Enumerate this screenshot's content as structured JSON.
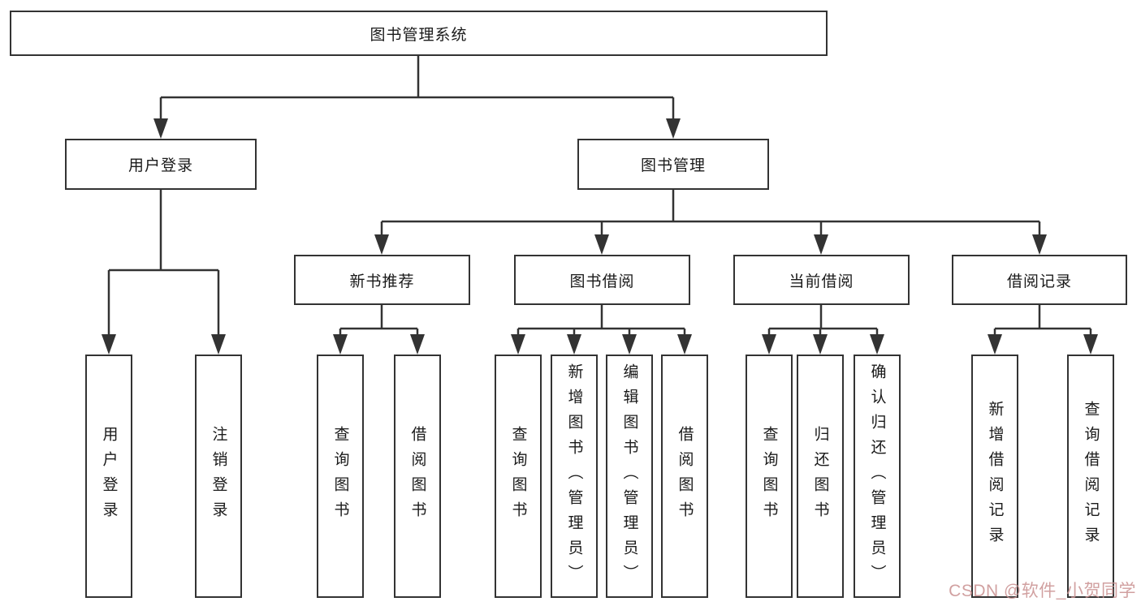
{
  "colors": {
    "line": "#333333",
    "box_border": "#333333",
    "box_fill": "#ffffff",
    "text": "#1a1a1a",
    "watermark_text": "#c99090",
    "background": "#ffffff"
  },
  "root": {
    "label": "图书管理系统"
  },
  "level2": {
    "user_login": {
      "label": "用户登录"
    },
    "book_mgmt": {
      "label": "图书管理"
    }
  },
  "level3": {
    "new_books": {
      "label": "新书推荐"
    },
    "book_borrow": {
      "label": "图书借阅"
    },
    "current_borrow": {
      "label": "当前借阅"
    },
    "borrow_records": {
      "label": "借阅记录"
    }
  },
  "leaves": [
    {
      "parent": "用户登录",
      "label": "用户登录"
    },
    {
      "parent": "用户登录",
      "label": "注销登录"
    },
    {
      "parent": "新书推荐",
      "label": "查询图书"
    },
    {
      "parent": "新书推荐",
      "label": "借阅图书"
    },
    {
      "parent": "图书借阅",
      "label": "查询图书"
    },
    {
      "parent": "图书借阅",
      "label": "新增图书（管理员）"
    },
    {
      "parent": "图书借阅",
      "label": "编辑图书（管理员）"
    },
    {
      "parent": "图书借阅",
      "label": "借阅图书"
    },
    {
      "parent": "当前借阅",
      "label": "查询图书"
    },
    {
      "parent": "当前借阅",
      "label": "归还图书"
    },
    {
      "parent": "当前借阅",
      "label": "确认归还（管理员）"
    },
    {
      "parent": "借阅记录",
      "label": "新增借阅记录"
    },
    {
      "parent": "借阅记录",
      "label": "查询借阅记录"
    }
  ],
  "watermark": {
    "text": "CSDN @软件_小贺同学"
  }
}
